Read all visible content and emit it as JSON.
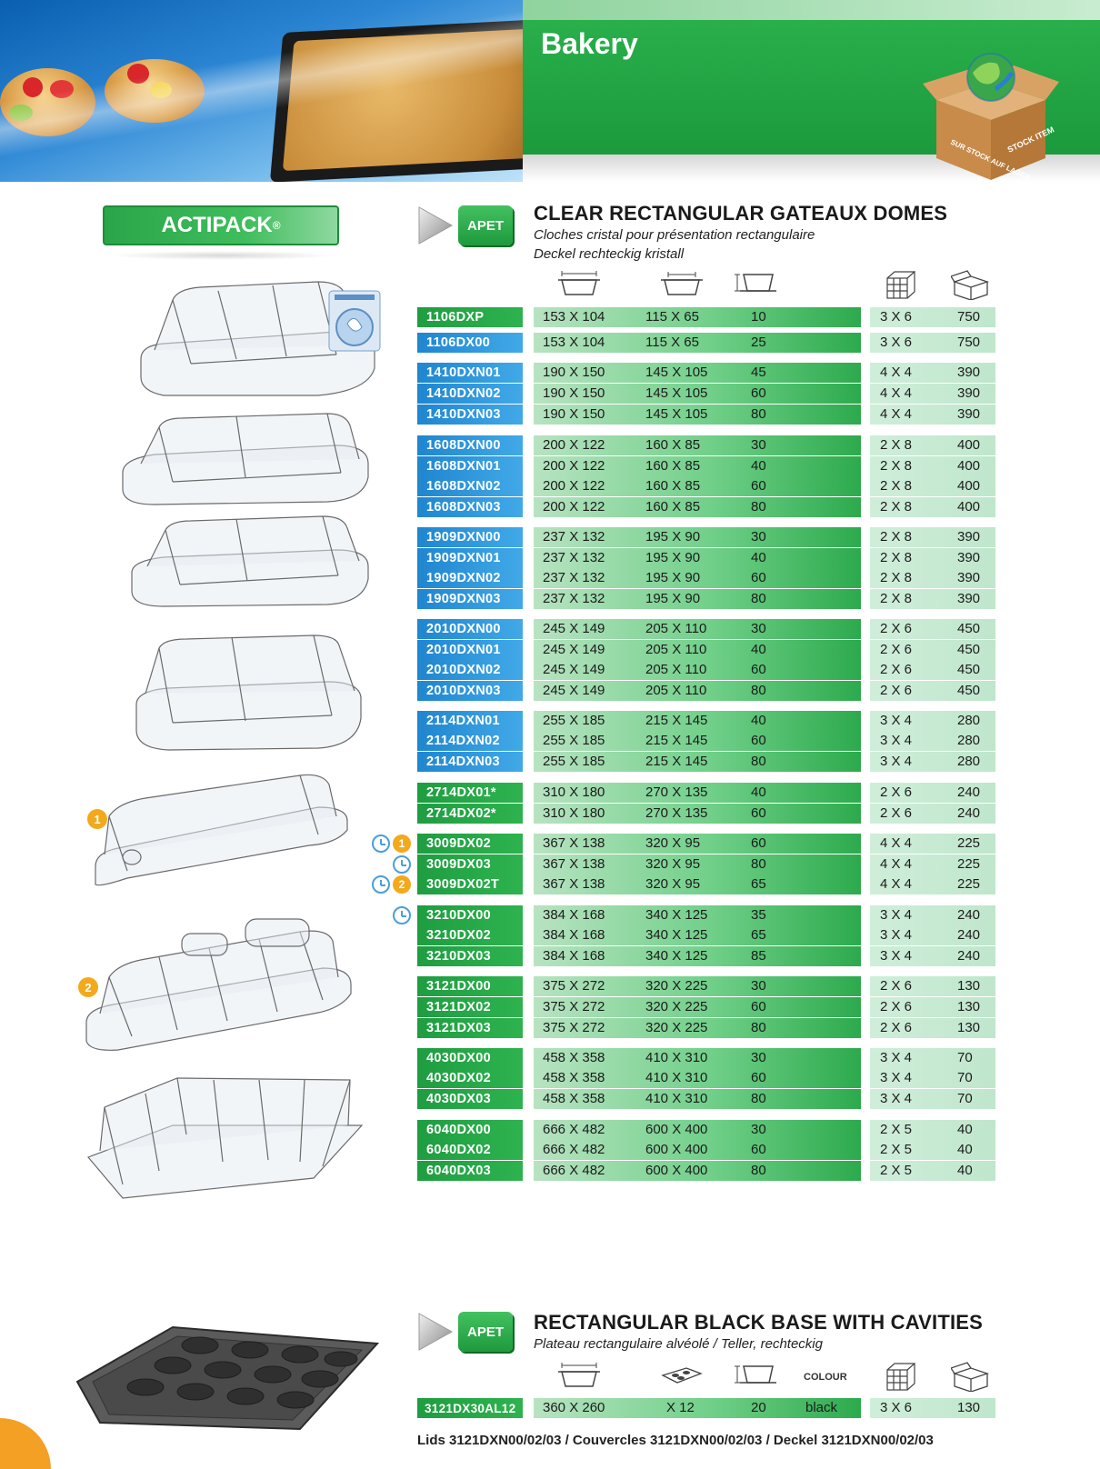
{
  "header": {
    "title": "Bakery",
    "stock_badge_left": "SUR STOCK AUF LAGER",
    "stock_badge_right": "STOCK ITEM"
  },
  "brand": {
    "name": "ACTIPACK",
    "mark": "®"
  },
  "sections": [
    {
      "material": "APET",
      "title": "CLEAR RECTANGULAR GATEAUX DOMES",
      "subtitle_fr": "Cloches cristal pour présentation rectangulaire",
      "subtitle_de": "Deckel rechteckig kristall",
      "icons": [
        "outer-size-icon",
        "inner-size-icon",
        "height-icon",
        "pack-layout-icon",
        "carton-icon"
      ]
    },
    {
      "material": "APET",
      "title": "RECTANGULAR BLACK BASE WITH CAVITIES",
      "subtitle": "Plateau rectangulaire alvéolé / Teller, rechteckig",
      "colour_label": "COLOUR",
      "icons": [
        "outer-size-icon",
        "cavity-icon",
        "height-icon",
        "pack-layout-icon",
        "carton-icon"
      ]
    }
  ],
  "product_rows": [
    {
      "code": "1106DXP",
      "color": "g",
      "outer": "153 X 104",
      "inner": "115 X 65",
      "height": "10",
      "pack": "3 X 6",
      "carton": "750"
    },
    {
      "code": "1106DX00",
      "color": "b",
      "outer": "153 X 104",
      "inner": "115 X 65",
      "height": "25",
      "pack": "3 X 6",
      "carton": "750"
    },
    {
      "code": "1410DXN01",
      "color": "b",
      "outer": "190 X 150",
      "inner": "145 X 105",
      "height": "45",
      "pack": "4 X 4",
      "carton": "390"
    },
    {
      "code": "1410DXN02",
      "color": "b",
      "outer": "190 X 150",
      "inner": "145 X 105",
      "height": "60",
      "pack": "4 X 4",
      "carton": "390"
    },
    {
      "code": "1410DXN03",
      "color": "b",
      "outer": "190 X 150",
      "inner": "145 X 105",
      "height": "80",
      "pack": "4 X 4",
      "carton": "390"
    },
    {
      "code": "1608DXN00",
      "color": "b",
      "outer": "200 X 122",
      "inner": "160 X 85",
      "height": "30",
      "pack": "2 X 8",
      "carton": "400"
    },
    {
      "code": "1608DXN01",
      "color": "b",
      "outer": "200 X 122",
      "inner": "160 X 85",
      "height": "40",
      "pack": "2 X 8",
      "carton": "400"
    },
    {
      "code": "1608DXN02",
      "color": "b",
      "outer": "200 X 122",
      "inner": "160 X 85",
      "height": "60",
      "pack": "2 X 8",
      "carton": "400"
    },
    {
      "code": "1608DXN03",
      "color": "b",
      "outer": "200 X 122",
      "inner": "160 X 85",
      "height": "80",
      "pack": "2 X 8",
      "carton": "400"
    },
    {
      "code": "1909DXN00",
      "color": "b",
      "outer": "237 X 132",
      "inner": "195 X 90",
      "height": "30",
      "pack": "2 X 8",
      "carton": "390"
    },
    {
      "code": "1909DXN01",
      "color": "b",
      "outer": "237 X 132",
      "inner": "195 X 90",
      "height": "40",
      "pack": "2 X 8",
      "carton": "390"
    },
    {
      "code": "1909DXN02",
      "color": "b",
      "outer": "237 X 132",
      "inner": "195 X 90",
      "height": "60",
      "pack": "2 X 8",
      "carton": "390"
    },
    {
      "code": "1909DXN03",
      "color": "b",
      "outer": "237 X 132",
      "inner": "195 X 90",
      "height": "80",
      "pack": "2 X 8",
      "carton": "390"
    },
    {
      "code": "2010DXN00",
      "color": "b",
      "outer": "245 X 149",
      "inner": "205 X 110",
      "height": "30",
      "pack": "2 X 6",
      "carton": "450"
    },
    {
      "code": "2010DXN01",
      "color": "b",
      "outer": "245 X 149",
      "inner": "205 X 110",
      "height": "40",
      "pack": "2 X 6",
      "carton": "450"
    },
    {
      "code": "2010DXN02",
      "color": "b",
      "outer": "245 X 149",
      "inner": "205 X 110",
      "height": "60",
      "pack": "2 X 6",
      "carton": "450"
    },
    {
      "code": "2010DXN03",
      "color": "b",
      "outer": "245 X 149",
      "inner": "205 X 110",
      "height": "80",
      "pack": "2 X 6",
      "carton": "450"
    },
    {
      "code": "2114DXN01",
      "color": "b",
      "outer": "255 X 185",
      "inner": "215 X 145",
      "height": "40",
      "pack": "3 X 4",
      "carton": "280"
    },
    {
      "code": "2114DXN02",
      "color": "b",
      "outer": "255 X 185",
      "inner": "215 X 145",
      "height": "60",
      "pack": "3 X 4",
      "carton": "280"
    },
    {
      "code": "2114DXN03",
      "color": "b",
      "outer": "255 X 185",
      "inner": "215 X 145",
      "height": "80",
      "pack": "3 X 4",
      "carton": "280"
    },
    {
      "code": "2714DX01*",
      "color": "g",
      "outer": "310 X 180",
      "inner": "270 X 135",
      "height": "40",
      "pack": "2 X 6",
      "carton": "240"
    },
    {
      "code": "2714DX02*",
      "color": "g",
      "outer": "310 X 180",
      "inner": "270 X 135",
      "height": "60",
      "pack": "2 X 6",
      "carton": "240"
    },
    {
      "code": "3009DX02",
      "color": "g",
      "outer": "367 X 138",
      "inner": "320 X 95",
      "height": "60",
      "pack": "4 X 4",
      "carton": "225",
      "marks": [
        "clock",
        "1"
      ]
    },
    {
      "code": "3009DX03",
      "color": "g",
      "outer": "367 X 138",
      "inner": "320 X 95",
      "height": "80",
      "pack": "4 X 4",
      "carton": "225",
      "marks": [
        "clock"
      ]
    },
    {
      "code": "3009DX02T",
      "color": "g",
      "outer": "367 X 138",
      "inner": "320 X 95",
      "height": "65",
      "pack": "4 X 4",
      "carton": "225",
      "marks": [
        "clock",
        "2"
      ]
    },
    {
      "code": "3210DX00",
      "color": "g",
      "outer": "384 X 168",
      "inner": "340 X 125",
      "height": "35",
      "pack": "3 X 4",
      "carton": "240",
      "marks": [
        "clock"
      ]
    },
    {
      "code": "3210DX02",
      "color": "g",
      "outer": "384 X 168",
      "inner": "340 X 125",
      "height": "65",
      "pack": "3 X 4",
      "carton": "240"
    },
    {
      "code": "3210DX03",
      "color": "g",
      "outer": "384 X 168",
      "inner": "340 X 125",
      "height": "85",
      "pack": "3 X 4",
      "carton": "240"
    },
    {
      "code": "3121DX00",
      "color": "g",
      "outer": "375 X 272",
      "inner": "320 X 225",
      "height": "30",
      "pack": "2 X 6",
      "carton": "130"
    },
    {
      "code": "3121DX02",
      "color": "g",
      "outer": "375 X 272",
      "inner": "320 X 225",
      "height": "60",
      "pack": "2 X 6",
      "carton": "130"
    },
    {
      "code": "3121DX03",
      "color": "g",
      "outer": "375 X 272",
      "inner": "320 X 225",
      "height": "80",
      "pack": "2 X 6",
      "carton": "130"
    },
    {
      "code": "4030DX00",
      "color": "g",
      "outer": "458 X 358",
      "inner": "410 X 310",
      "height": "30",
      "pack": "3 X 4",
      "carton": "70"
    },
    {
      "code": "4030DX02",
      "color": "g",
      "outer": "458 X 358",
      "inner": "410 X 310",
      "height": "60",
      "pack": "3 X 4",
      "carton": "70"
    },
    {
      "code": "4030DX03",
      "color": "g",
      "outer": "458 X 358",
      "inner": "410 X 310",
      "height": "80",
      "pack": "3 X 4",
      "carton": "70"
    },
    {
      "code": "6040DX00",
      "color": "g",
      "outer": "666 X 482",
      "inner": "600 X 400",
      "height": "30",
      "pack": "2 X 5",
      "carton": "40"
    },
    {
      "code": "6040DX02",
      "color": "g",
      "outer": "666 X 482",
      "inner": "600 X 400",
      "height": "60",
      "pack": "2 X 5",
      "carton": "40"
    },
    {
      "code": "6040DX03",
      "color": "g",
      "outer": "666 X 482",
      "inner": "600 X 400",
      "height": "80",
      "pack": "2 X 5",
      "carton": "40"
    }
  ],
  "base_row": {
    "code": "3121DX30AL12",
    "outer": "360 X 260",
    "cavities": "X 12",
    "height": "20",
    "colour": "black",
    "pack": "3 X 6",
    "carton": "130"
  },
  "footer_note": "Lids 3121DXN00/02/03 / Couvercles 3121DXN00/02/03 / Deckel 3121DXN00/02/03",
  "product_badges": [
    "1",
    "2"
  ],
  "colors": {
    "green": "#1f9d41",
    "blue": "#1f86cf",
    "orange": "#f2a91c"
  }
}
